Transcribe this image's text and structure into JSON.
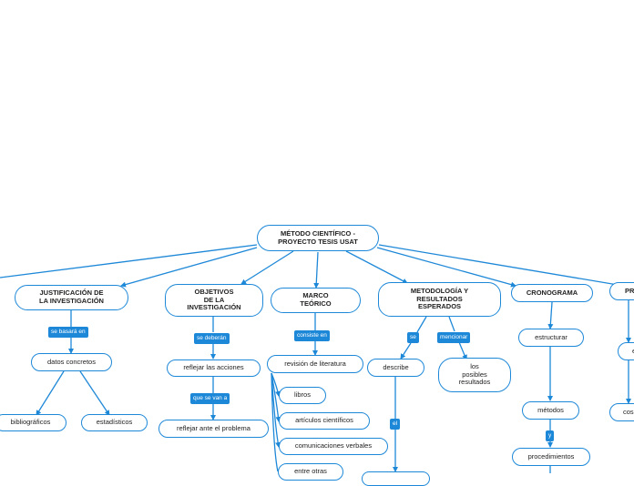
{
  "root": "MÉTODO CIENTÍFICO -\nPROYECTO TESIS USAT",
  "justificacion": {
    "title": "JUSTIFICACIÓN DE\nLA INVESTIGACIÓN",
    "link": "se basará en",
    "child": "datos concretos",
    "leaves": [
      "bibliográficos",
      "estadísticos"
    ]
  },
  "objetivos": {
    "title": "OBJETIVOS\nDE LA\nINVESTIGACIÓN",
    "link1": "se deberán",
    "child1": "reflejar las acciones",
    "link2": "que se van a",
    "child2": "reflejar ante el problema"
  },
  "marco": {
    "title": "MARCO\nTEÓRICO",
    "link": "consiste en",
    "child": "revisión de literatura",
    "items": [
      "libros",
      "artículos científicos",
      "comunicaciones verbales",
      "entre otras"
    ]
  },
  "metodologia": {
    "title": "METODOLOGÍA Y\nRESULTADOS\nESPERADOS",
    "link1": "se",
    "child1": "describe",
    "link_el": "el",
    "link2": "mencionar",
    "child2": "los\nposibles\nresultados"
  },
  "cronograma": {
    "title": "CRONOGRAMA",
    "child1": "estructurar",
    "child2": "métodos",
    "link": "y",
    "child3": "procedimientos"
  },
  "presupuesto": {
    "title": "PR",
    "child1": "e",
    "child2": "cos"
  },
  "colors": {
    "accent": "#1e88d8",
    "text": "#222222",
    "background": "#ffffff"
  }
}
